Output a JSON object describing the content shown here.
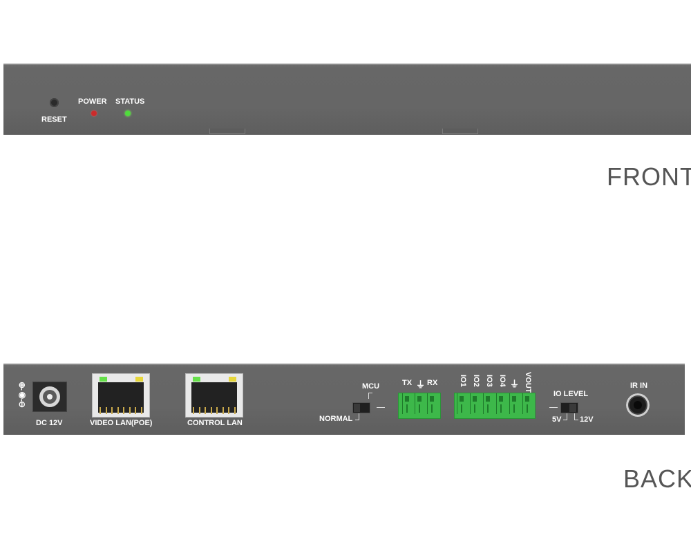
{
  "front": {
    "view_label": "FRONT",
    "reset_label": "RESET",
    "power_label": "POWER",
    "status_label": "STATUS",
    "power_led_color": "#cc2b2b",
    "status_led_color": "#4fdc3c"
  },
  "back": {
    "view_label": "BACK",
    "dc_label": "DC 12V",
    "power_symbol": "⊕-◉-⊖",
    "video_lan_label": "VIDEO LAN(POE)",
    "control_lan_label": "CONTROL LAN",
    "mcu_label": "MCU",
    "normal_label": "NORMAL",
    "tx_label": "TX",
    "ground_glyph": "⏚",
    "rx_label": "RX",
    "io_labels": [
      "IO1",
      "IO2",
      "IO3",
      "IO4",
      "⏚",
      "VOUT"
    ],
    "io_level_label": "IO LEVEL",
    "io_5v_label": "5V",
    "io_12v_label": "12V",
    "ir_in_label": "IR IN",
    "terminal_color": "#3db84a"
  }
}
